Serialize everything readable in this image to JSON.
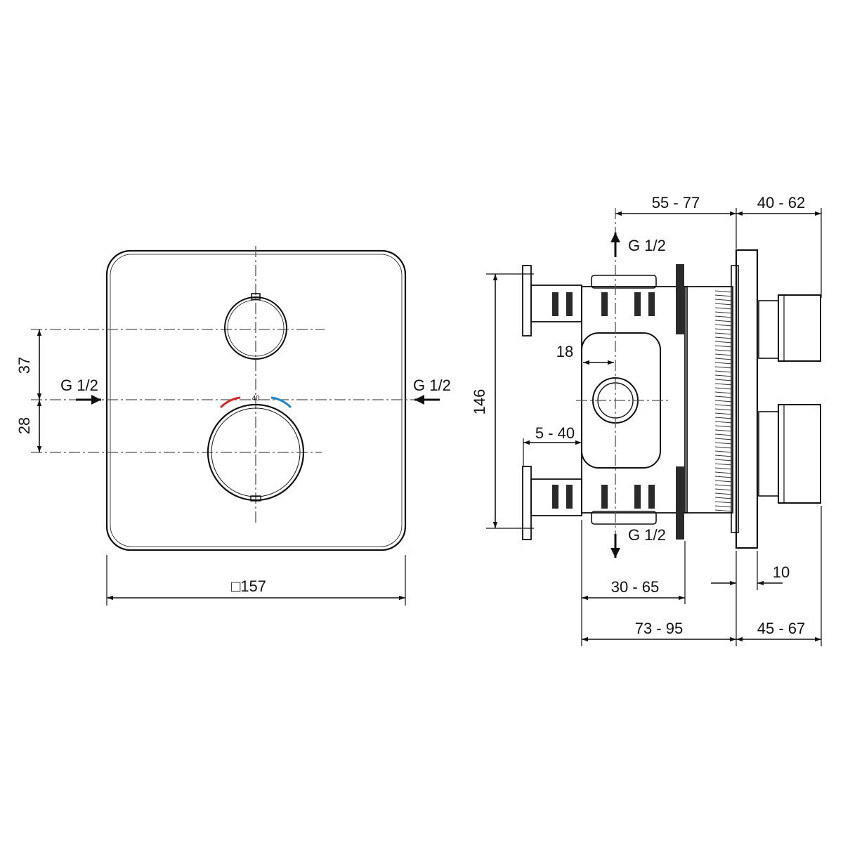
{
  "front_view": {
    "dim_37": "37",
    "dim_28": "28",
    "inlet_left": "G 1/2",
    "inlet_right": "G 1/2",
    "scale_label": "40",
    "width_label": "□157",
    "hot_color": "#d8282a",
    "cold_color": "#1e88c8"
  },
  "side_view": {
    "dim_55_77": "55 - 77",
    "dim_40_62": "40 - 62",
    "outlet_top": "G 1/2",
    "outlet_bottom": "G 1/2",
    "dim_146": "146",
    "dim_18": "18",
    "dim_5_40": "5 - 40",
    "dim_10": "10",
    "dim_30_65": "30 - 65",
    "dim_73_95": "73 - 95",
    "dim_45_67": "45 - 67"
  }
}
